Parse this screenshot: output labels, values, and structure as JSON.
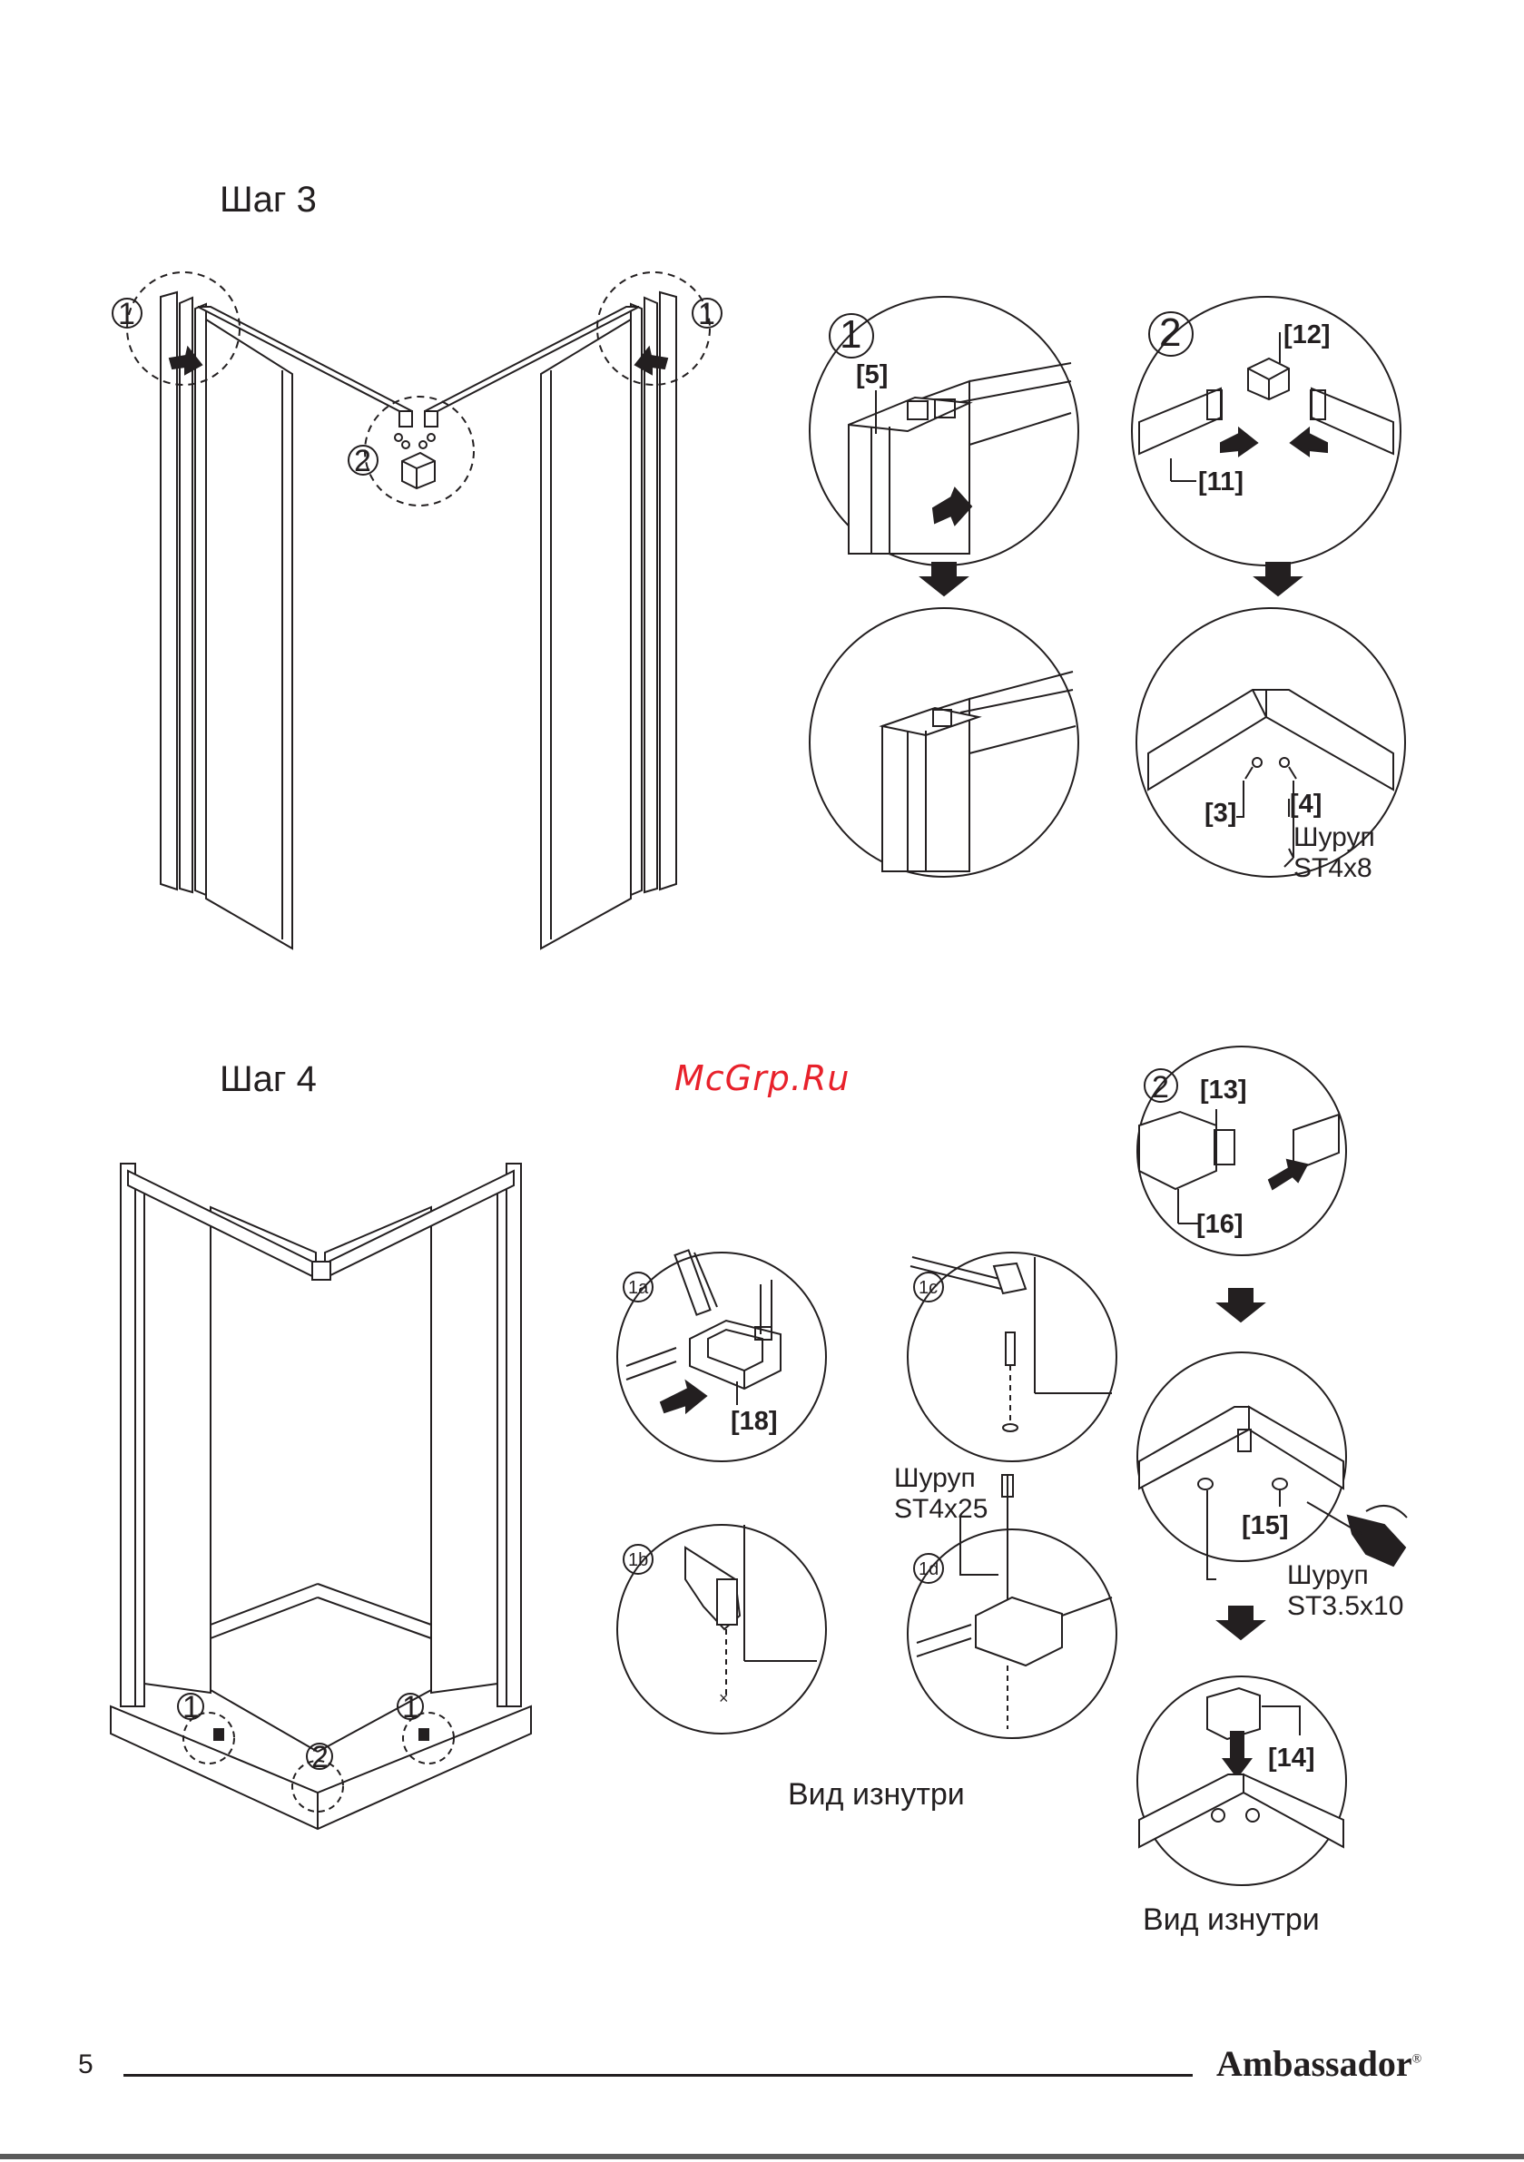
{
  "step3": {
    "title": "Шаг 3"
  },
  "step4": {
    "title": "Шаг 4"
  },
  "markers": {
    "one": "1",
    "two": "2",
    "one_a": "1a",
    "one_b": "1b",
    "one_c": "1c",
    "one_d": "1d"
  },
  "part_labels": {
    "p5": "[5]",
    "p12": "[12]",
    "p11": "[11]",
    "p3": "[3]",
    "p4": "[4]",
    "p13": "[13]",
    "p16": "[16]",
    "p18": "[18]",
    "p15": "[15]",
    "p14": "[14]"
  },
  "screws": {
    "word": "Шуруп",
    "st4x8": "ST4x8",
    "st4x25": "ST4x25",
    "st35x10": "ST3.5x10"
  },
  "inside_view": "Вид изнутри",
  "watermark": "McGrp.Ru",
  "footer": {
    "page_number": "5",
    "brand": "Ambassador",
    "brand_mark": "®"
  }
}
